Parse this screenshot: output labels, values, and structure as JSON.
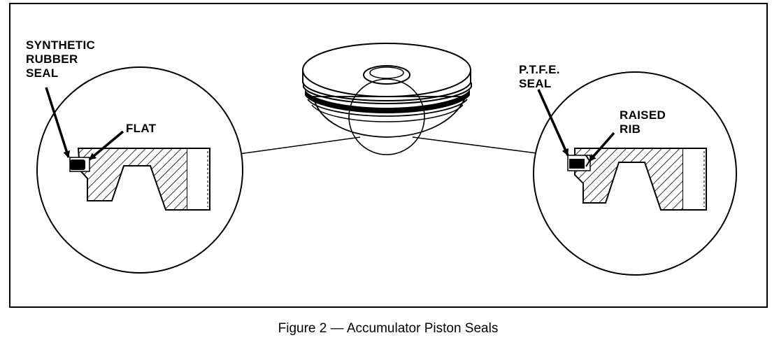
{
  "labels": {
    "left_seal": [
      "SYNTHETIC",
      "RUBBER",
      "SEAL"
    ],
    "left_detail": "FLAT",
    "right_seal": [
      "P.T.F.E.",
      "SEAL"
    ],
    "right_detail": [
      "RAISED",
      "RIB"
    ]
  },
  "caption": "Figure 2 — Accumulator Piston Seals",
  "colors": {
    "ink": "#000000",
    "paper": "#ffffff"
  }
}
